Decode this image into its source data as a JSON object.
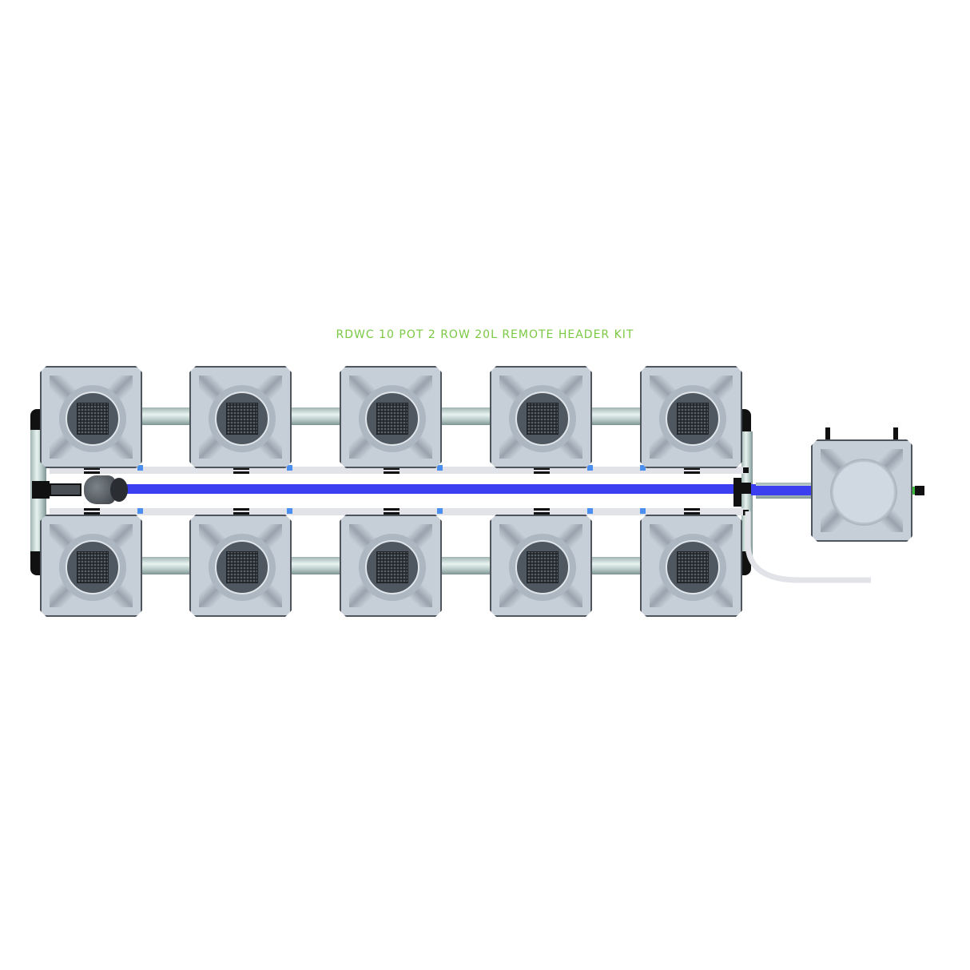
{
  "title": "RDWC 10 POT 2 ROW 20L REMOTE HEADER KIT",
  "colors": {
    "title": "#7ac943",
    "pot_body": "#c6cfd8",
    "pot_outline": "#4f555c",
    "return_line": "#3b3ff0",
    "hose": "#e1e3e8",
    "pipe": "#b8cbc8",
    "fitting": "#111111",
    "tab": "#4a8ff0"
  },
  "diagram": {
    "rows": 2,
    "pots_per_row": 5,
    "pot_volume": "20L",
    "components": [
      {
        "id": "top-row",
        "pots": 5
      },
      {
        "id": "bottom-row",
        "pots": 5
      },
      {
        "id": "remote-header-reservoir",
        "pots": 1
      },
      {
        "id": "pump",
        "side": "left"
      },
      {
        "id": "return-line",
        "color": "blue"
      },
      {
        "id": "drain-hose",
        "side": "right"
      }
    ]
  }
}
